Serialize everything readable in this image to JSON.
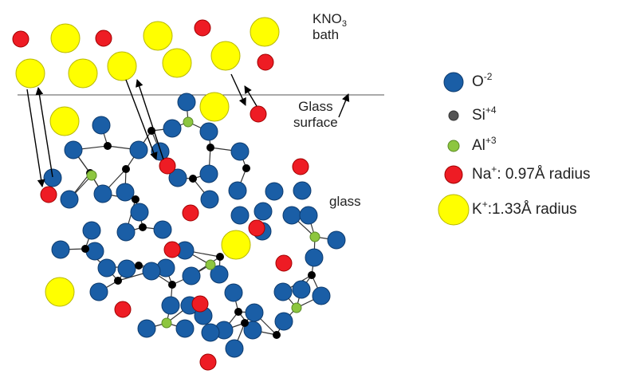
{
  "labels": {
    "bath_line1_prefix": "KNO",
    "bath_line1_sub": "3",
    "bath_line2": "bath",
    "surface_line1": "Glass",
    "surface_line2": "surface",
    "glass": "glass"
  },
  "legend": {
    "oxygen": {
      "symbol": "O",
      "superscript": "-2",
      "color": "#1a5ea6"
    },
    "silicon": {
      "symbol": "Si",
      "superscript": "+4",
      "color": "#555555"
    },
    "aluminum": {
      "symbol": "Al",
      "superscript": "+3",
      "color": "#8dc63f"
    },
    "sodium": {
      "symbol": "Na",
      "superscript": "+",
      "suffix": ": 0.97Å radius",
      "color": "#ee1c24"
    },
    "potassium": {
      "symbol": "K",
      "superscript": "+",
      "suffix": ":1.33Å radius",
      "color": "#ffff00"
    }
  },
  "colors": {
    "oxygen": "#1a5ea6",
    "oxygen_stroke": "#0d3b6e",
    "silicon": "#000000",
    "aluminum": "#8dc63f",
    "sodium": "#ee1c24",
    "potassium": "#ffff00",
    "potassium_stroke": "#b8b800",
    "bond": "#333333",
    "arrow": "#000000",
    "surface_line": "#555555"
  }
}
